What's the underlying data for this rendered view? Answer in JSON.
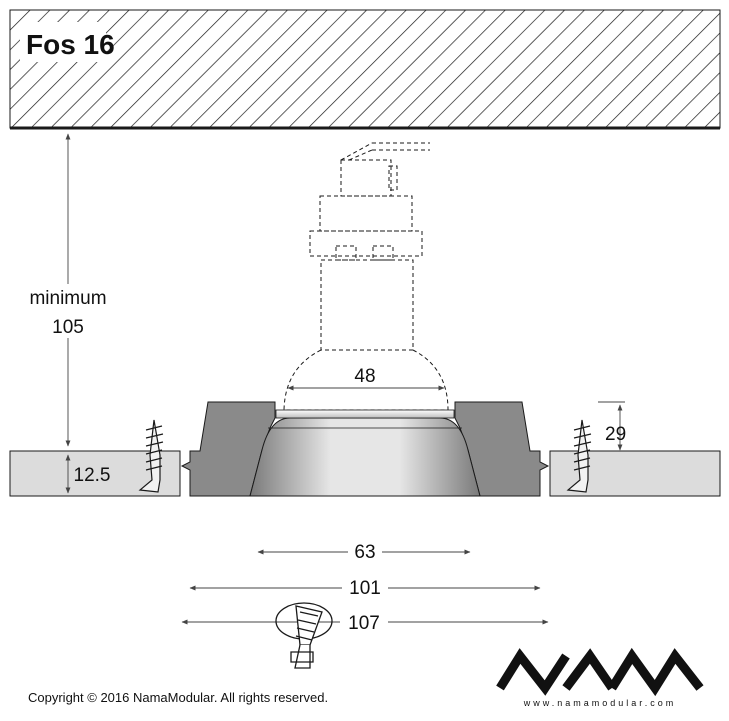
{
  "title": "Fos 16",
  "dimensions": {
    "min_height_label": "minimum",
    "min_height_value": "105",
    "lamp_diameter": "48",
    "frame_height": "29",
    "ceiling_thickness": "12.5",
    "inner_diameter": "63",
    "outer_diameter": "101",
    "cutout_diameter": "107"
  },
  "footer": {
    "copyright": "Copyright © 2016 NamaModular. All rights reserved."
  },
  "logo": {
    "text": "NAMA",
    "url": "www.namamodular.com"
  },
  "colors": {
    "line": "#1a1a1a",
    "frame": "#8a8a8a",
    "board": "#dcdcdc",
    "dim_line": "#444444"
  }
}
